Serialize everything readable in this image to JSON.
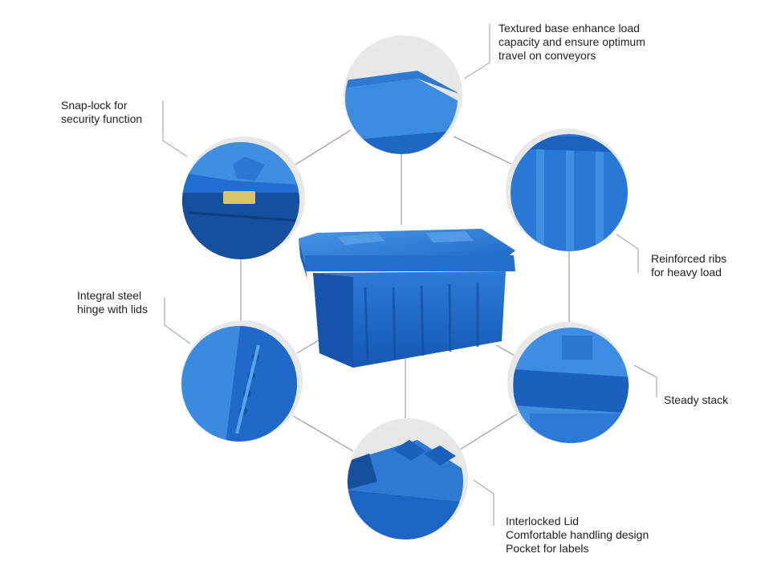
{
  "labels": {
    "textured_base": [
      "Textured base enhance load",
      "capacity and ensure optimum",
      "travel on conveyors"
    ],
    "snap_lock": [
      "Snap-lock for",
      "security function"
    ],
    "reinforced_ribs": [
      "Reinforced ribs",
      "for heavy load"
    ],
    "integral_hinge": [
      "Integral steel",
      "hinge with lids"
    ],
    "steady_stack": [
      "Steady stack"
    ],
    "interlocked_lid": [
      "Interlocked Lid",
      "Comfortable handling design",
      "Pocket for labels"
    ]
  },
  "colors": {
    "crate_blue": "#1f6fd1",
    "crate_light": "#3d8ce0",
    "crate_dark": "#0e4fa8",
    "circle_shadow": "#e9e9e9",
    "connector": "#8a8a8a"
  }
}
